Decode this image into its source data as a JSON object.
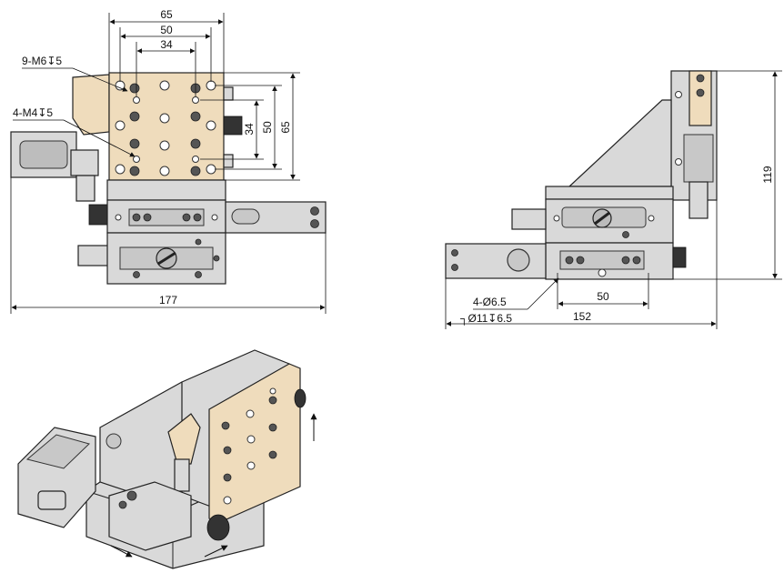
{
  "front_view": {
    "dims": {
      "top_outer": "65",
      "top_mid": "50",
      "top_inner": "34",
      "right_inner": "34",
      "right_mid": "50",
      "right_outer": "65",
      "bottom_width": "177"
    },
    "callouts": {
      "tap_m6": "9-M6↧5",
      "tap_m4": "4-M4↧5"
    }
  },
  "side_view": {
    "dims": {
      "height": "119",
      "hole_pitch": "50",
      "total_width": "152"
    },
    "callouts": {
      "through_hole": "4-Ø6.5",
      "counterbore": "┐Ø11↧6.5"
    }
  },
  "colors": {
    "plate": "#efdcbc",
    "body": "#d9d9d9",
    "line": "#111111"
  }
}
